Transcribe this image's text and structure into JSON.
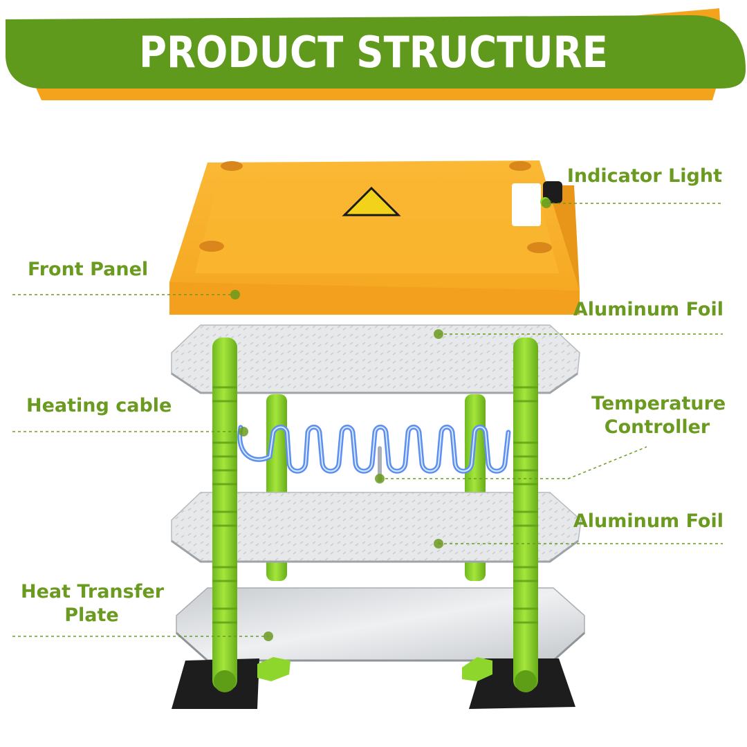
{
  "title": "PRODUCT STRUCTURE",
  "labels": {
    "indicator_light": "Indicator Light",
    "front_panel": "Front Panel",
    "aluminum_foil_top": "Aluminum Foil",
    "heating_cable": "Heating cable",
    "temperature_controller_1": "Temperature",
    "temperature_controller_2": "Controller",
    "aluminum_foil_bottom": "Aluminum Foil",
    "heat_transfer_plate_1": "Heat Transfer",
    "heat_transfer_plate_2": "Plate"
  },
  "colors": {
    "banner_green": "#5f9a1d",
    "banner_orange": "#f4a41c",
    "label_green": "#6a9a1f",
    "panel_orange": "#f9b02a",
    "leg_green": "#8ed62b",
    "foil": "#e4e6e8",
    "cable_blue": "#5b8ff0"
  }
}
